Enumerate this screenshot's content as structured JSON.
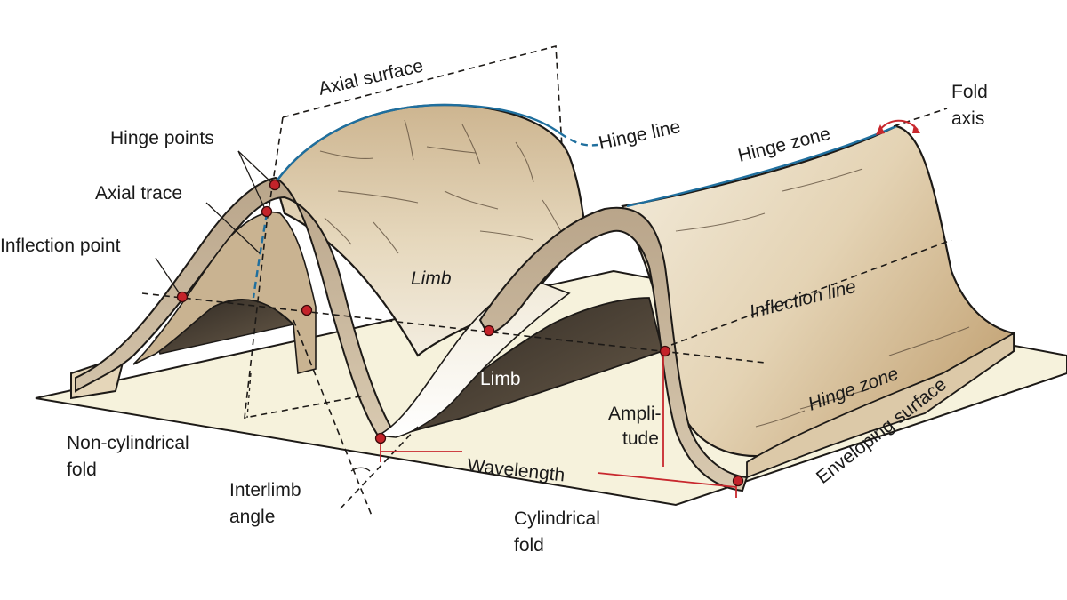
{
  "labels": {
    "axial_surface": "Axial surface",
    "hinge_line": "Hinge line",
    "fold_axis_1": "Fold",
    "fold_axis_2": "axis",
    "hinge_points": "Hinge points",
    "axial_trace": "Axial trace",
    "inflection_point": "Inflection point",
    "hinge_zone_top": "Hinge zone",
    "limb_upper": "Limb",
    "inflection_line": "Inflection line",
    "limb_lower": "Limb",
    "amplitude_1": "Ampli-",
    "amplitude_2": "tude",
    "hinge_zone_bottom": "Hinge zone",
    "enveloping_surface": "Enveloping surface",
    "non_cyl_1": "Non-cylindrical",
    "non_cyl_2": "fold",
    "wavelength": "Wavelength",
    "interlimb_1": "Interlimb",
    "interlimb_2": "angle",
    "cylindrical_1": "Cylindrical",
    "cylindrical_2": "fold"
  },
  "colors": {
    "base_plane": "#f6f2dc",
    "rock_light": "#ece2cc",
    "rock_mid": "#cdb38f",
    "rock_dark": "#4a4034",
    "rock_band": "#a8957c",
    "hinge_line": "#1f6f9e",
    "point_marker": "#c4232a",
    "measure_line": "#c8282e"
  }
}
